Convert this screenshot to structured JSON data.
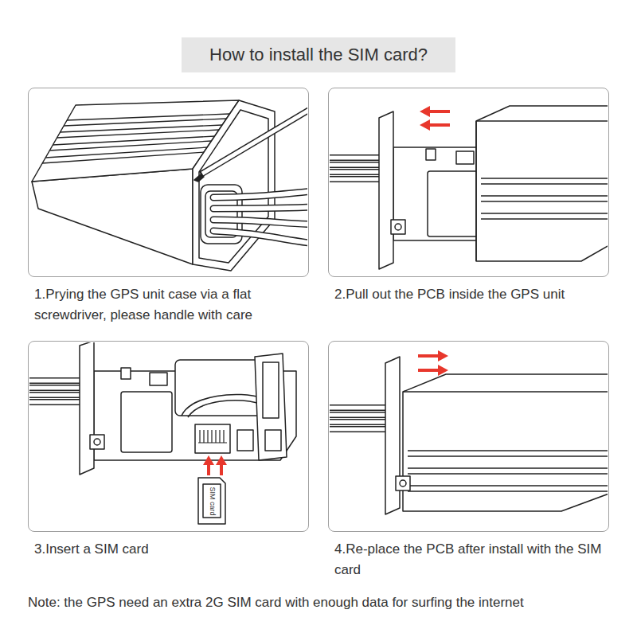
{
  "diagram": {
    "title": "How to install the SIM card?",
    "nodes": [
      {
        "text": [
          "1.Prying the GPS unit case via a flat screwdriver, please handle with care"
        ]
      },
      {
        "text": [
          "2.Pull out the PCB inside the GPS unit"
        ]
      },
      {
        "text": [
          "3.Insert a SIM card"
        ]
      },
      {
        "text": [
          "4.Re-place the PCB after install with the SIM card"
        ]
      }
    ],
    "labels": [
      "SIM card",
      "Note: the GPS need an extra 2G SIM card with enough data for surfing the internet"
    ]
  }
}
